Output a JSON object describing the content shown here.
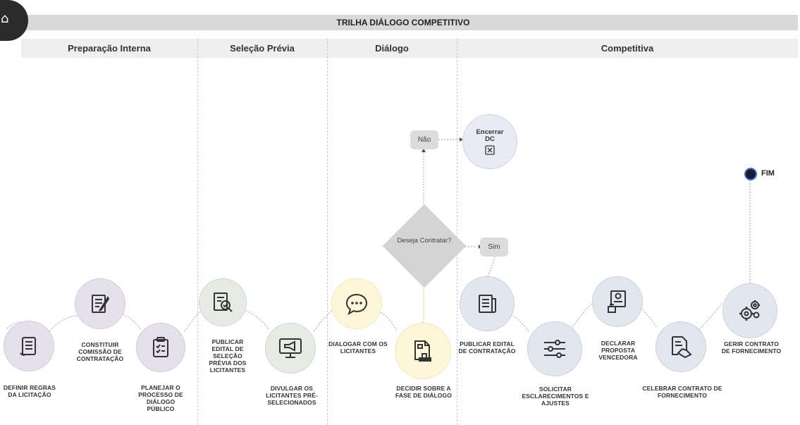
{
  "title": "TRILHA DIÁLOGO COMPETITIVO",
  "phases": [
    "Preparação Interna",
    "Seleção Prévia",
    "Diálogo",
    "Competitiva"
  ],
  "steps": {
    "definir_regras": "DEFINIR REGRAS DA LICITAÇÃO",
    "constituir_comissao": "CONSTITUIR COMISSÃO DE CONTRATAÇÃO",
    "planejar_processo": "PLANEJAR O PROCESSO DE DIÁLOGO PÚBLICO",
    "publicar_edital_selecao": "PUBLICAR EDITAL DE SELEÇÃO PRÉVIA DOS LICITANTES",
    "divulgar_licitantes": "DIVULGAR OS LICITANTES PRÉ-SELECIONADOS",
    "dialogar": "DIALOGAR COM OS LICITANTES",
    "decidir_fase": "DECIDIR SOBRE A FASE DE DIÁLOGO",
    "publicar_edital_contratacao": "PUBLICAR EDITAL DE CONTRATAÇÃO",
    "solicitar_esclarecimentos": "SOLICITAR ESCLARECIMENTOS E AJUSTES",
    "declarar_proposta": "DECLARAR PROPOSTA VENCEDORA",
    "celebrar_contrato": "CELEBRAR CONTRATO DE FORNECIMENTO",
    "gerir_contrato": "GERIR CONTRATO DE FORNECIMENTO"
  },
  "decision": {
    "question": "Deseja Contratar?",
    "no": "Não",
    "yes": "Sim",
    "end_title": "Encerrar DC"
  },
  "fim": "FIM",
  "icons": [
    "scroll-icon",
    "document-pen-icon",
    "clipboard-icon",
    "document-search-icon",
    "monitor-megaphone-icon",
    "chat-bubble-icon",
    "document-stamp-icon",
    "newspaper-icon",
    "sliders-icon",
    "podium-certificate-icon",
    "handshake-document-icon",
    "gears-icon",
    "close-box-icon"
  ]
}
